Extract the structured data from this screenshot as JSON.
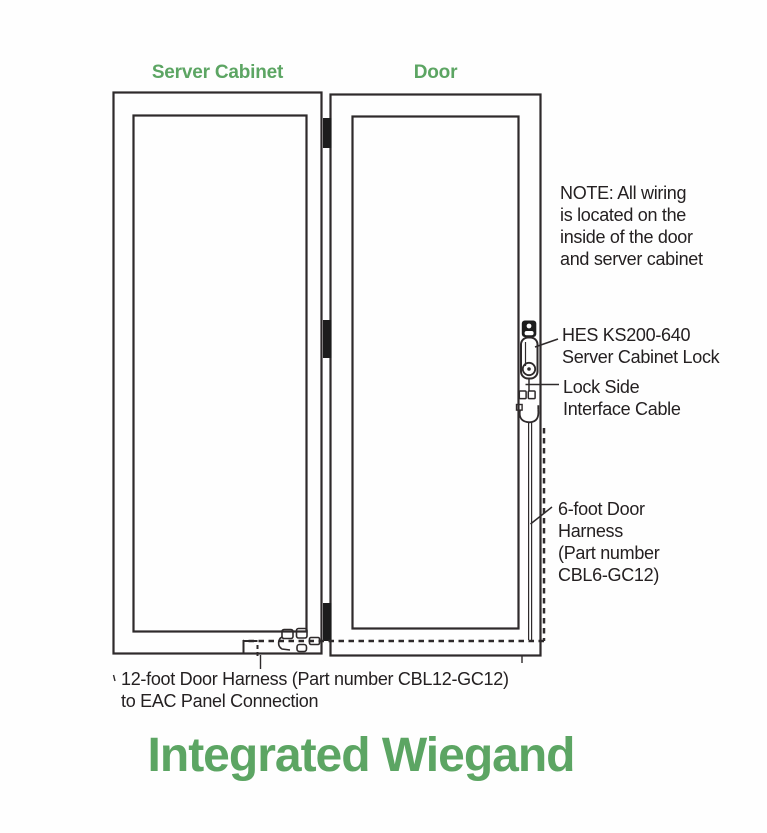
{
  "colors": {
    "accent_green": "#5ca563",
    "line_dark": "#2e2a2b",
    "text_dark": "#242021"
  },
  "diagram": {
    "panel_labels": {
      "server_cabinet": "Server Cabinet",
      "door": "Door"
    },
    "annotations": {
      "wiring_note": "NOTE: All wiring\nis located on the\ninside of the door\nand server cabinet",
      "cabinet_lock": "HES KS200-640\nServer Cabinet Lock",
      "lock_side_cable": "Lock Side\nInterface Cable",
      "door_harness_6ft": "6-foot Door\nHarness\n(Part number\nCBL6-GC12)",
      "door_harness_12ft": "12-foot Door Harness (Part number CBL12-GC12)\nto EAC Panel Connection"
    },
    "title": "Integrated Wiegand"
  }
}
